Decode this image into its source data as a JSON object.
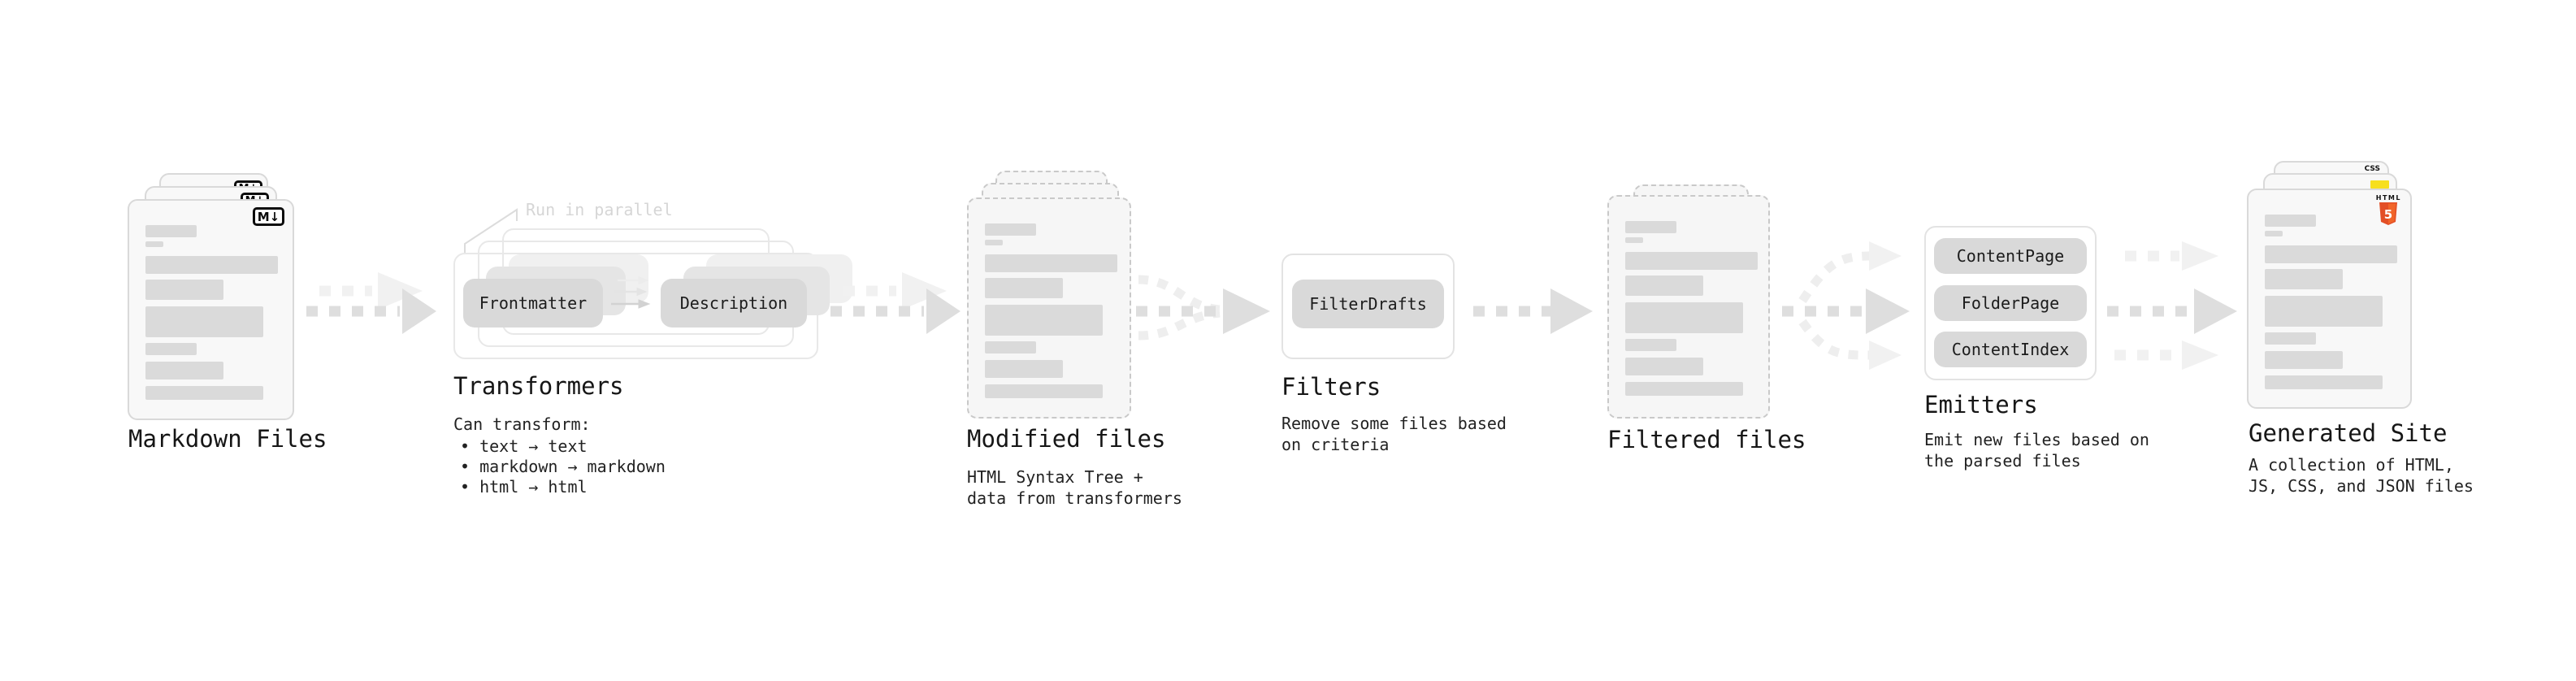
{
  "stages": {
    "markdown_files": {
      "title": "Markdown Files",
      "badge": "M↓"
    },
    "transformers": {
      "title": "Transformers",
      "annotation": "Run in parallel",
      "node_a": "Frontmatter",
      "node_b": "Description",
      "subtitle": "Can transform:",
      "bullets": [
        "• text → text",
        "• markdown → markdown",
        "• html → html"
      ]
    },
    "modified_files": {
      "title": "Modified files",
      "description": "HTML Syntax Tree +\ndata from transformers"
    },
    "filters": {
      "title": "Filters",
      "node": "FilterDrafts",
      "description": "Remove some files based\non criteria"
    },
    "filtered_files": {
      "title": "Filtered files"
    },
    "emitters": {
      "title": "Emitters",
      "nodes": [
        "ContentPage",
        "FolderPage",
        "ContentIndex"
      ],
      "description": "Emit new files based on\nthe parsed files"
    },
    "generated_site": {
      "title": "Generated Site",
      "description": "A collection of HTML,\nJS, CSS, and JSON files",
      "badges": {
        "css": "CSS",
        "html_brand": "HTML",
        "html_number": "5"
      }
    }
  },
  "colors": {
    "html5_orange": "#e34f26",
    "html5_orange_light": "#f16529",
    "js_yellow": "#f7df1e",
    "css_blue": "#2f6bff",
    "arrow_gray": "#dedede",
    "arrow_light_gray": "#f1f1f1",
    "placeholder_gray": "#dadada",
    "annotation_gray": "#d6d6d6"
  }
}
